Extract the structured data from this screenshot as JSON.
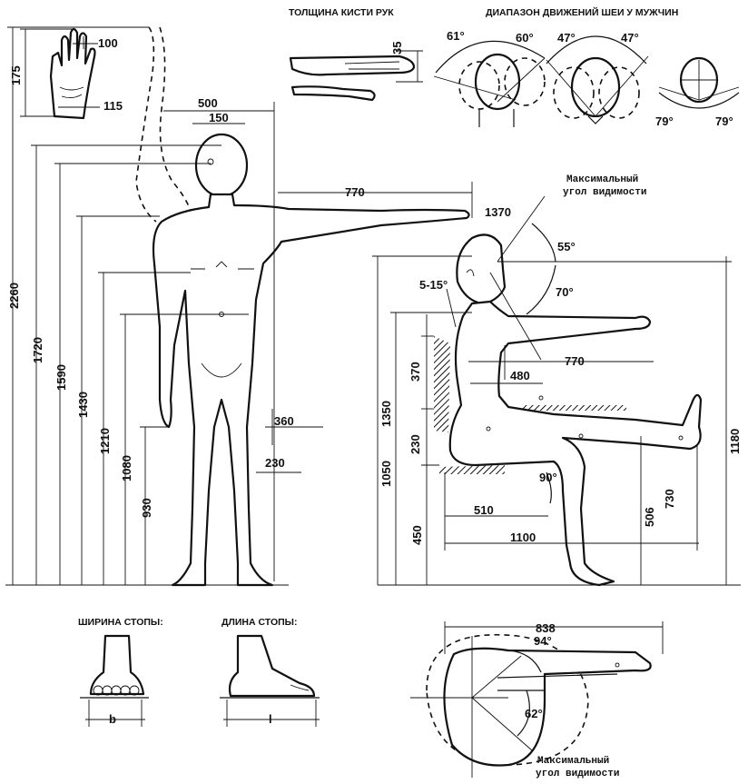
{
  "headings": {
    "hand_thickness": "ТОЛЩИНА КИСТИ РУК",
    "neck_range": "ДИАПАЗОН ДВИЖЕНИЙ ШЕИ У МУЖЧИН",
    "foot_width": "ШИРИНА СТОПЫ:",
    "foot_length": "ДЛИНА СТОПЫ:"
  },
  "notes": {
    "max_view_line1": "Максимальный",
    "max_view_line2": "угол видимости"
  },
  "foot": {
    "width_symbol": "b",
    "length_symbol": "l"
  },
  "hand": {
    "width": "100",
    "palm": "115",
    "height": "175",
    "thickness": "35"
  },
  "neck": {
    "tilt_left": "61°",
    "tilt_right": "60°",
    "turn_left": "47°",
    "turn_right": "47°",
    "bend_left": "79°",
    "bend_right": "79°"
  },
  "standing": {
    "h2260": "2260",
    "h1720": "1720",
    "h1590": "1590",
    "h1430": "1430",
    "h1210": "1210",
    "h1080": "1080",
    "h930": "930",
    "w500": "500",
    "w150": "150",
    "reach770": "770",
    "h1370": "1370",
    "w360": "360",
    "w230": "230"
  },
  "seated": {
    "angle55": "55°",
    "angle70": "70°",
    "tilt": "5-15°",
    "reach770": "770",
    "d480": "480",
    "h370": "370",
    "h230": "230",
    "h1350": "1350",
    "h1050": "1050",
    "h450": "450",
    "angle90": "90°",
    "d510": "510",
    "d1100": "1100",
    "h506": "506",
    "h730": "730",
    "h1180": "1180"
  },
  "top_view": {
    "d838": "838",
    "angle94": "94°",
    "angle62": "62°"
  }
}
